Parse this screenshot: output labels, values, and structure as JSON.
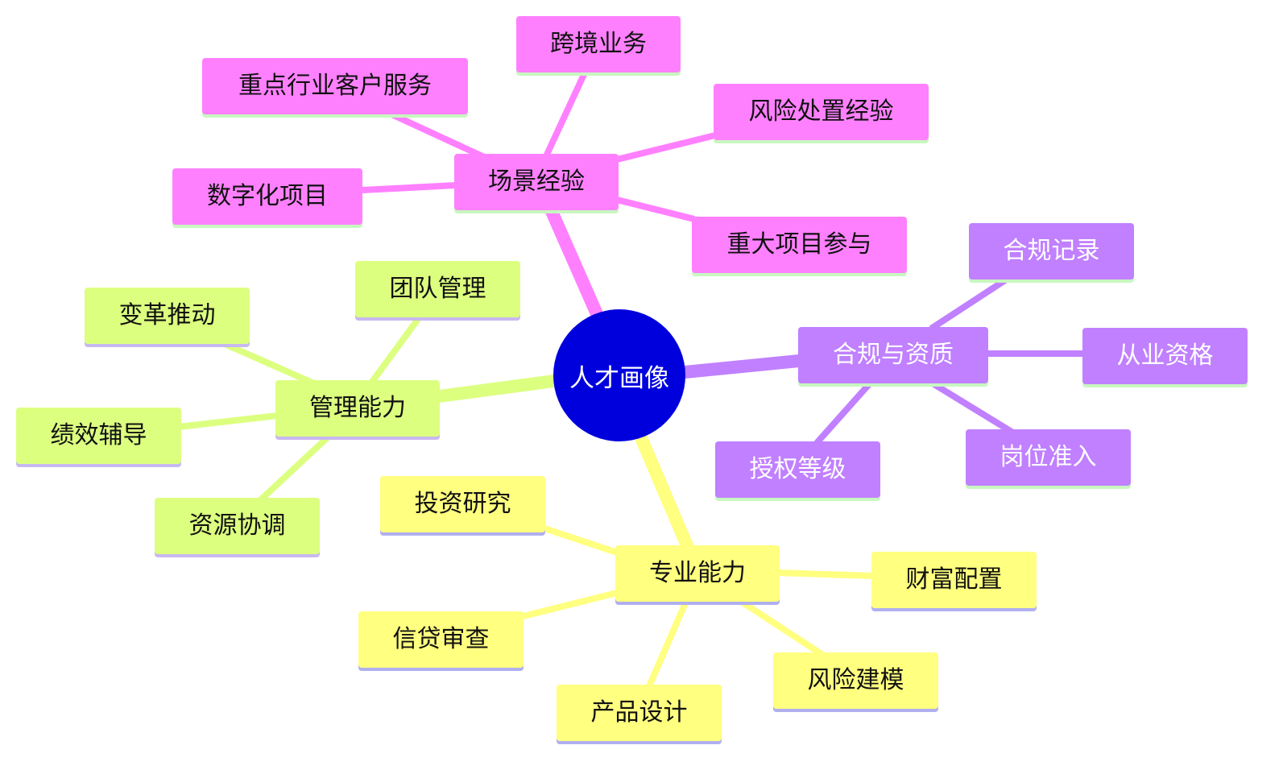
{
  "root": {
    "label": "人才画像",
    "color": "#0000dd"
  },
  "branches": [
    {
      "label": "场景经验",
      "color": "#ff80ff",
      "underline": "#c8f7c0",
      "text_color": "#111111",
      "children": [
        "重点行业客户服务",
        "跨境业务",
        "风险处置经验",
        "数字化项目",
        "重大项目参与"
      ]
    },
    {
      "label": "合规与资质",
      "color": "#c080ff",
      "underline": "#c8f7c0",
      "text_color": "#ffffff",
      "children": [
        "合规记录",
        "从业资格",
        "授权等级",
        "岗位准入"
      ]
    },
    {
      "label": "管理能力",
      "color": "#dcff80",
      "underline": "#c8b8f0",
      "text_color": "#111111",
      "children": [
        "团队管理",
        "变革推动",
        "绩效辅导",
        "资源协调"
      ]
    },
    {
      "label": "专业能力",
      "color": "#ffff80",
      "underline": "#b0b0f0",
      "text_color": "#111111",
      "children": [
        "投资研究",
        "财富配置",
        "信贷审查",
        "风险建模",
        "产品设计"
      ]
    }
  ]
}
